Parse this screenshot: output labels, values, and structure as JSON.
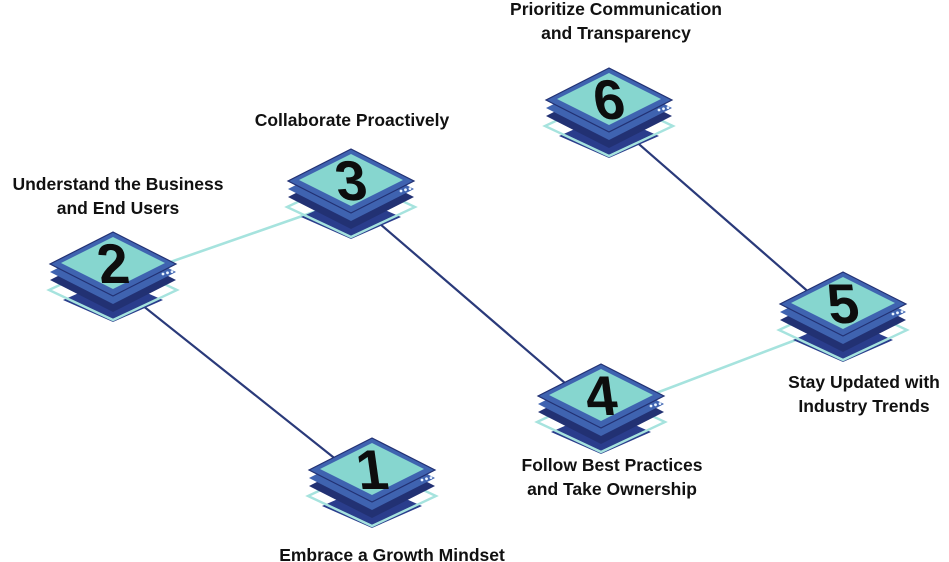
{
  "colors": {
    "tile_face": "#86d6cf",
    "tile_edge_light": "#3f63b0",
    "tile_edge_dark": "#223173",
    "tile_base": "#2a3d8c",
    "outline_mint": "#a6e3de",
    "connector_light": "#a6e3de",
    "connector_dark": "#2a3a7a",
    "number": "#0d0d0d",
    "label": "#111111"
  },
  "steps": [
    {
      "number": "1",
      "lines": [
        "Embrace a Growth Mindset"
      ]
    },
    {
      "number": "2",
      "lines": [
        "Understand the Business",
        "and End Users"
      ]
    },
    {
      "number": "3",
      "lines": [
        "Collaborate Proactively"
      ]
    },
    {
      "number": "4",
      "lines": [
        "Follow Best Practices",
        "and Take Ownership"
      ]
    },
    {
      "number": "5",
      "lines": [
        "Stay Updated with",
        "Industry Trends"
      ]
    },
    {
      "number": "6",
      "lines": [
        "Prioritize Communication",
        "and Transparency"
      ]
    }
  ],
  "connections": [
    {
      "from": "1",
      "to": "2",
      "style": "dark"
    },
    {
      "from": "2",
      "to": "3",
      "style": "light"
    },
    {
      "from": "3",
      "to": "4",
      "style": "dark"
    },
    {
      "from": "4",
      "to": "5",
      "style": "light"
    },
    {
      "from": "5",
      "to": "6",
      "style": "dark"
    }
  ]
}
